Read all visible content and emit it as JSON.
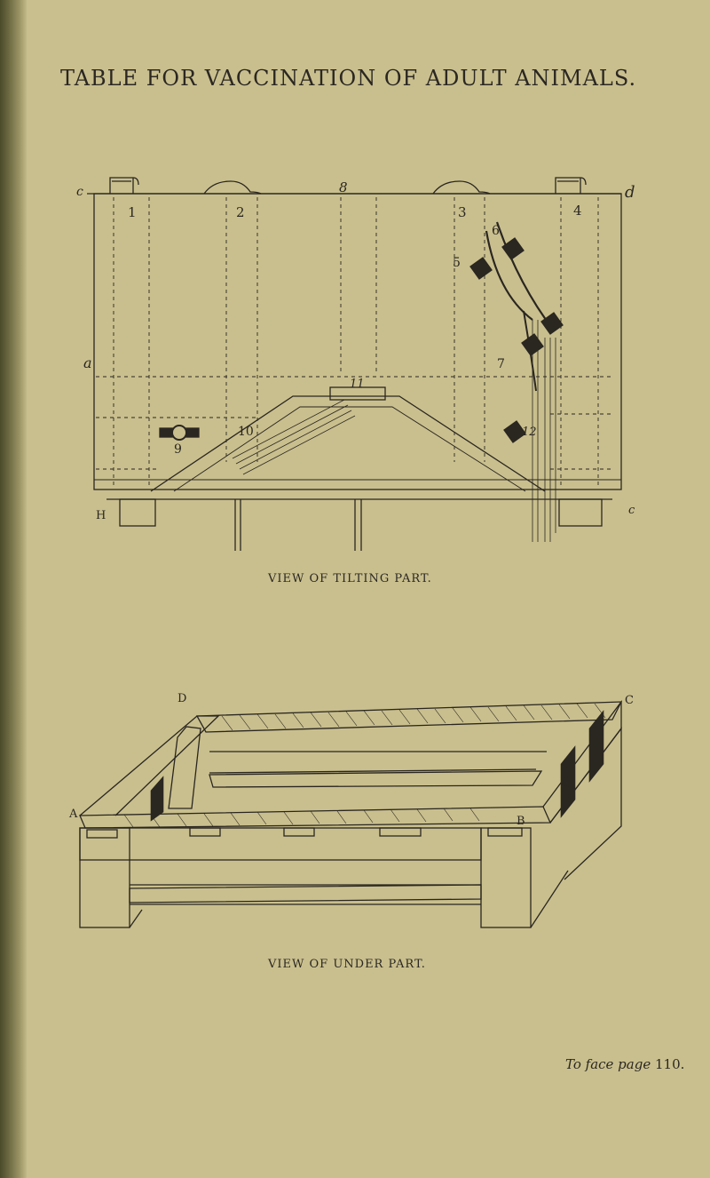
{
  "page": {
    "title": "TABLE FOR VACCINATION OF ADULT ANIMALS.",
    "figure_top_caption": "VIEW OF TILTING PART.",
    "figure_bottom_caption": "VIEW OF UNDER PART.",
    "face_page_text": "To face page",
    "face_page_number": "110."
  },
  "tilting_labels": {
    "c_left": "c",
    "d_right": "d",
    "c_right": "c",
    "a": "a",
    "h": "H",
    "n1": "1",
    "n2": "2",
    "n3": "3",
    "n4": "4",
    "n5": "5",
    "n6": "6",
    "n7": "7",
    "n8": "8",
    "n9": "9",
    "n10": "10",
    "n11": "11",
    "n12": "12"
  },
  "under_labels": {
    "A": "A",
    "B": "B",
    "C": "C",
    "D": "D"
  },
  "colors": {
    "paper": "#c9bf8e",
    "ink": "#2a2620"
  }
}
